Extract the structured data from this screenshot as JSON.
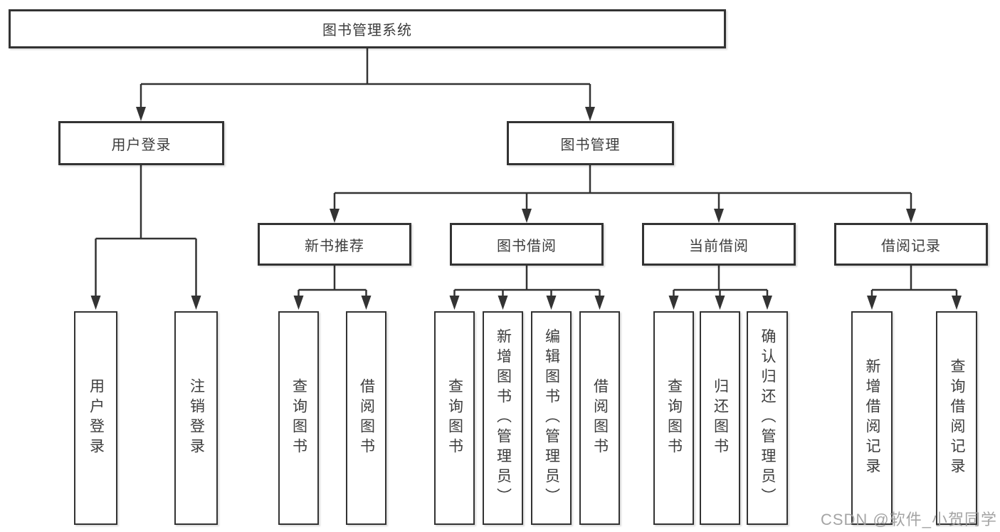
{
  "colors": {
    "line": "#333333",
    "text": "#3d3d3d",
    "box-bg": "#ffffff",
    "watermark": "#9b9b9b",
    "background": "#ffffff"
  },
  "watermark": {
    "text": "CSDN @软件_小贺同学"
  },
  "tree": {
    "root": {
      "label": "图书管理系统",
      "children": [
        {
          "label": "用户登录",
          "children": [
            {
              "label": "用户登录"
            },
            {
              "label": "注销登录"
            }
          ]
        },
        {
          "label": "图书管理",
          "children": [
            {
              "label": "新书推荐",
              "children": [
                {
                  "label": "查询图书"
                },
                {
                  "label": "借阅图书"
                }
              ]
            },
            {
              "label": "图书借阅",
              "children": [
                {
                  "label": "查询图书"
                },
                {
                  "label": "新增图书（管理员）"
                },
                {
                  "label": "编辑图书（管理员）"
                },
                {
                  "label": "借阅图书"
                }
              ]
            },
            {
              "label": "当前借阅",
              "children": [
                {
                  "label": "查询图书"
                },
                {
                  "label": "归还图书"
                },
                {
                  "label": "确认归还（管理员）"
                }
              ]
            },
            {
              "label": "借阅记录",
              "children": [
                {
                  "label": "新增借阅记录"
                },
                {
                  "label": "查询借阅记录"
                }
              ]
            }
          ]
        }
      ]
    }
  }
}
